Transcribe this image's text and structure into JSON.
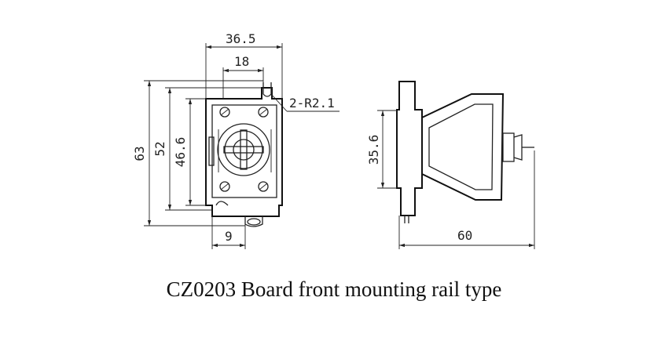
{
  "caption": "CZ0203  Board front mounting rail type",
  "dimensions": {
    "width_top": "36.5",
    "width_inner": "18",
    "radius": "2-R2.1",
    "height_total": "63",
    "height_mid": "52",
    "height_inner": "46.6",
    "bottom_offset": "9",
    "side_height": "35.6",
    "side_depth": "60"
  },
  "colors": {
    "line": "#222222",
    "background": "#ffffff"
  }
}
